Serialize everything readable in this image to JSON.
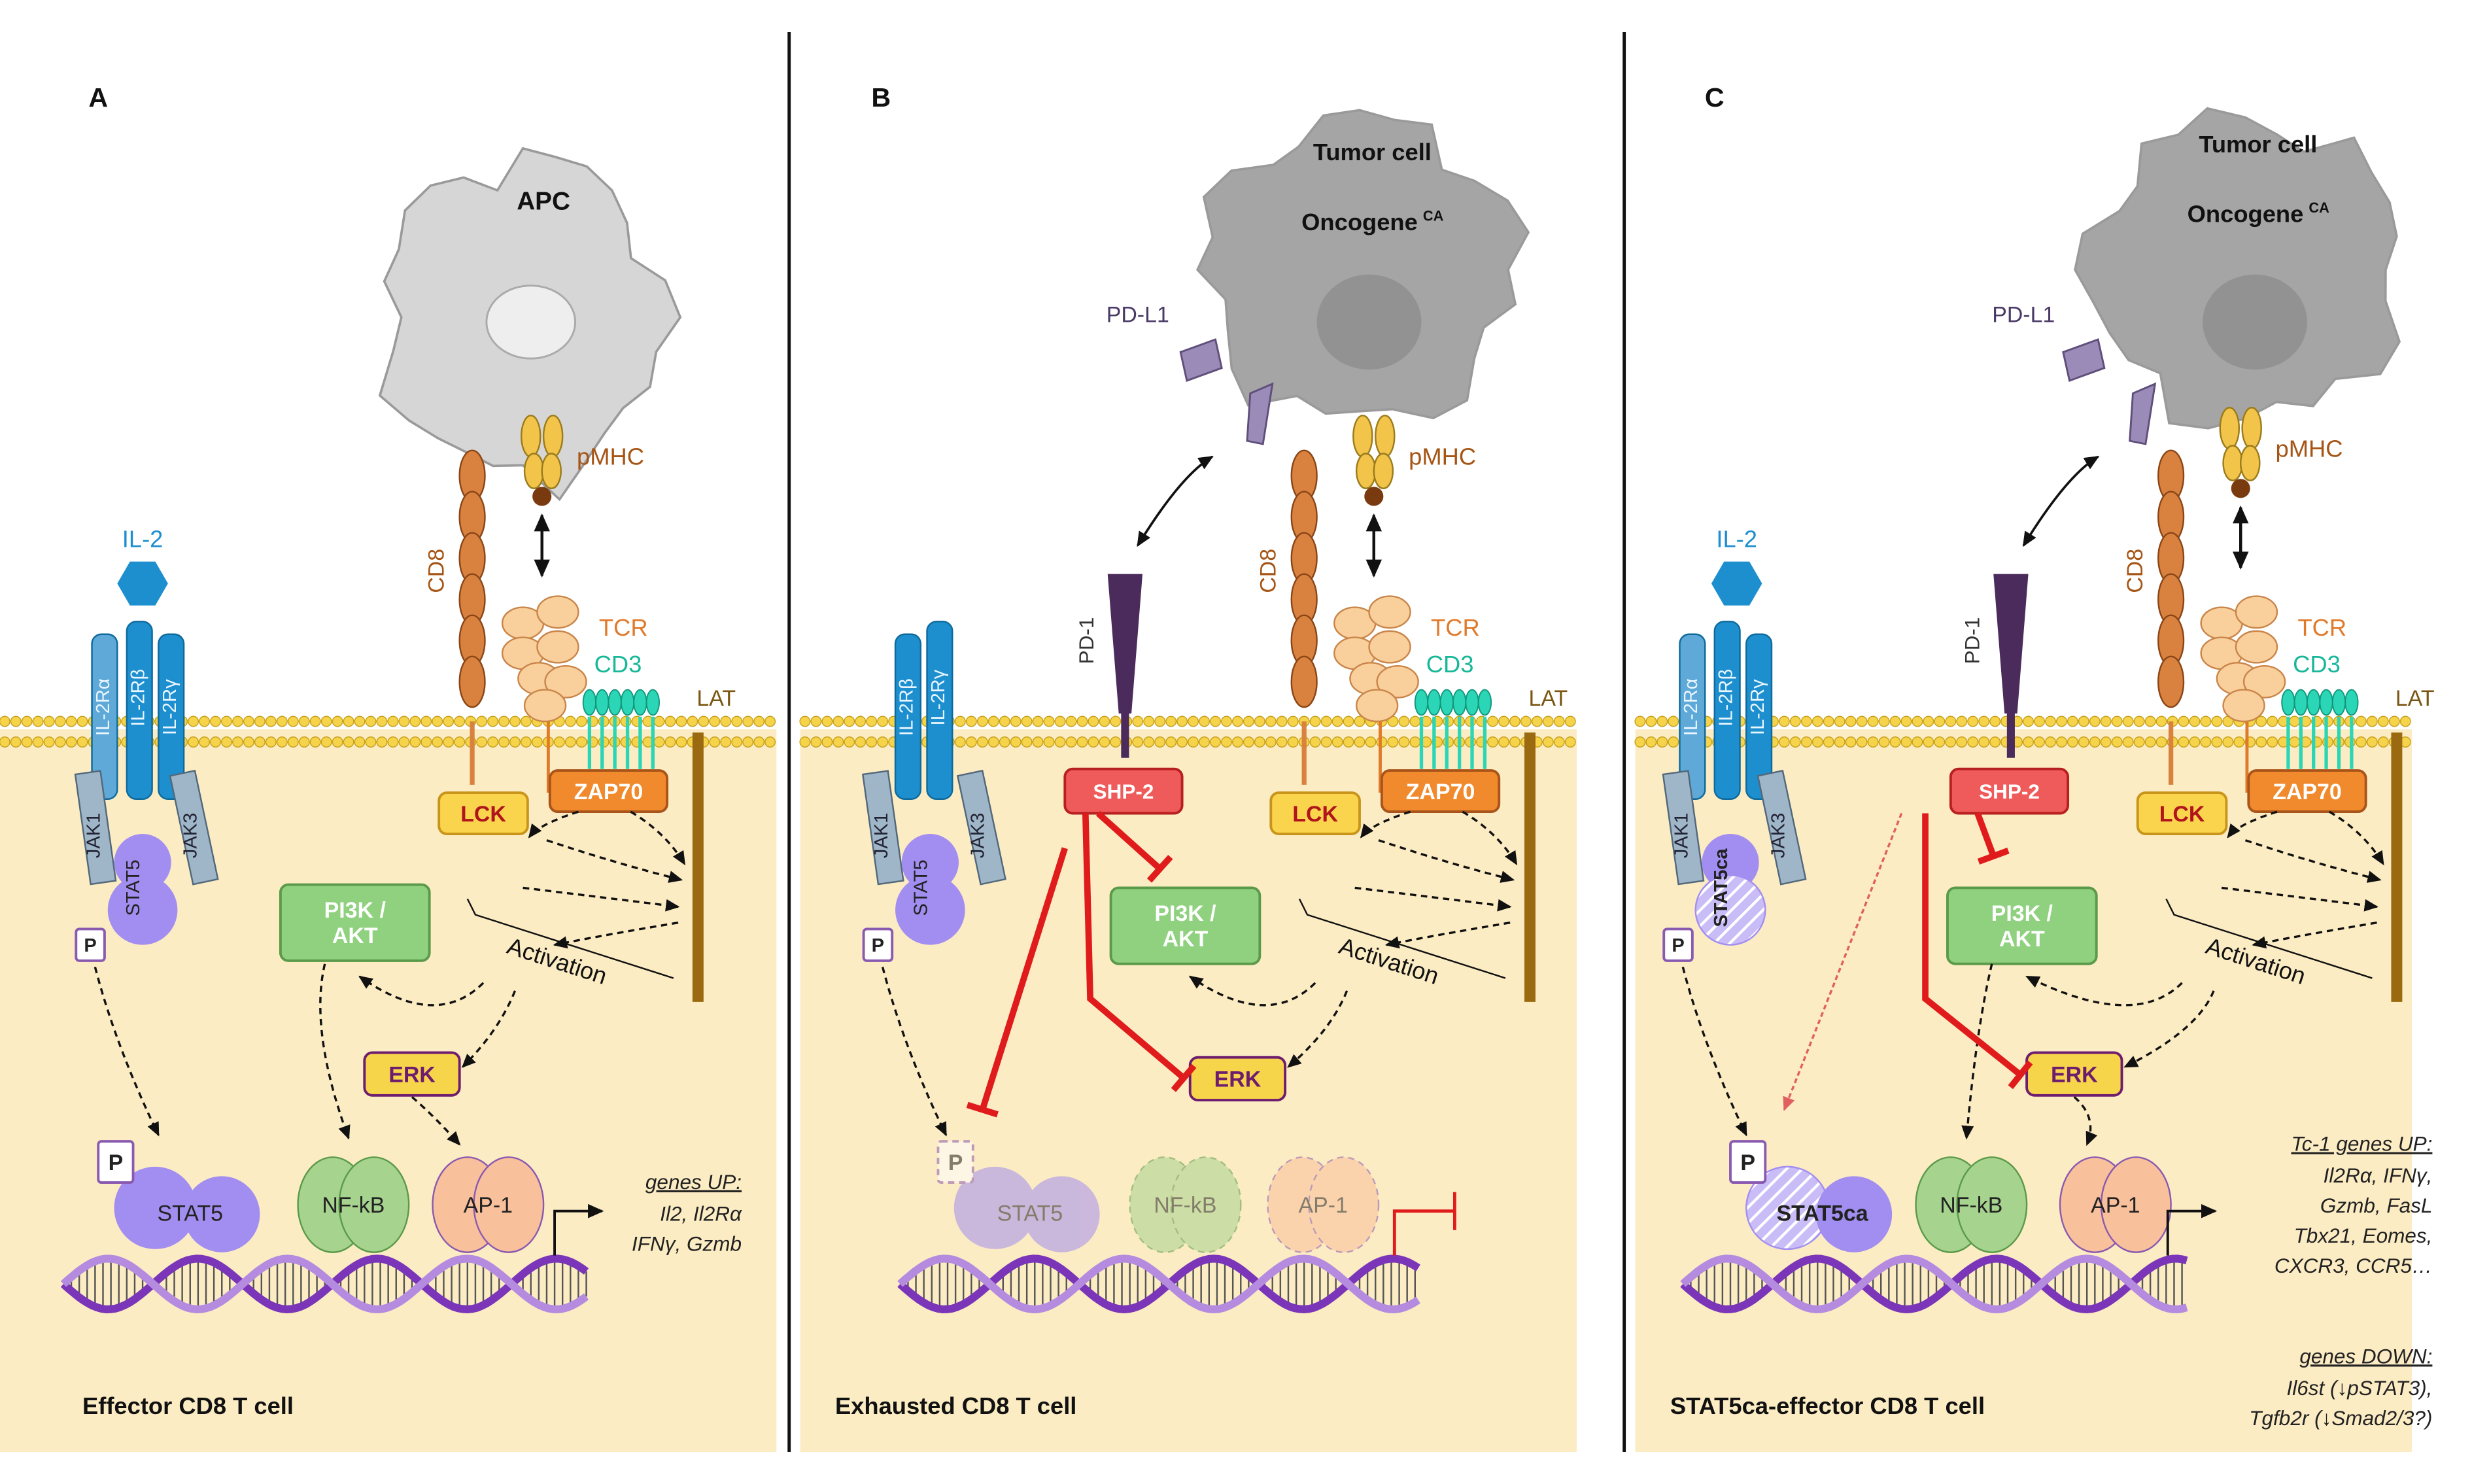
{
  "colors": {
    "cytoplasm": "#fcecc4",
    "membrane": "#f5d34a",
    "apc": "#d6d6d6",
    "tumor": "#a5a5a5",
    "stat": "#a28ef0",
    "nfkb": "#a6d38e",
    "ap1": "#f9c09c",
    "pi3k": "#8fd17e",
    "erk": "#f7d54b",
    "shp2": "#ef5a5a",
    "lck": "#fbd44d",
    "zap70": "#f08a2c",
    "il2": "#1d8fcf",
    "jak": "#9fb6c8",
    "cd8": "#d9823f",
    "tcr": "#f9cf9c",
    "cd3": "#2ad6b6",
    "lat": "#9b6a10",
    "pd1": "#4b2a5c",
    "pdl1": "#9b8bb8",
    "pmhc": "#f2c44a",
    "inhibit": "#e01b1b",
    "dna": "#7b35b8"
  },
  "panels": [
    {
      "letter": "A",
      "cell_label": "Effector CD8 T cell",
      "top_cell": "APC",
      "il2": "IL-2",
      "receptors": [
        "IL-2Rα",
        "IL-2Rβ",
        "IL-2Rγ"
      ],
      "jak1": "JAK1",
      "jak3": "JAK3",
      "stat": "STAT5",
      "stat_nuc": "STAT5",
      "p": "P",
      "pi3k": [
        "PI3K /",
        "AKT"
      ],
      "erk": "ERK",
      "nfkb": "NF-kB",
      "ap1": "AP-1",
      "cd8": "CD8",
      "pmhc": "pMHC",
      "tcr": "TCR",
      "cd3": "CD3",
      "lat": "LAT",
      "lck": "LCK",
      "zap70": "ZAP70",
      "activation": "Activation",
      "genes_up_title": "genes UP",
      "genes_up_lines": [
        "Il2, Il2Rα",
        "IFNγ, Gzmb"
      ]
    },
    {
      "letter": "B",
      "cell_label": "Exhausted CD8 T cell",
      "top_cell": "Tumor cell",
      "oncogene": "Oncogene",
      "oncogene_sup": "CA",
      "pdl1": "PD-L1",
      "pd1": "PD-1",
      "shp2": "SHP-2",
      "receptors": [
        "IL-2Rβ",
        "IL-2Rγ"
      ],
      "jak1": "JAK1",
      "jak3": "JAK3",
      "stat": "STAT5",
      "stat_nuc": "STAT5",
      "p": "P",
      "pi3k": [
        "PI3K /",
        "AKT"
      ],
      "erk": "ERK",
      "nfkb": "NF-kB",
      "ap1": "AP-1",
      "cd8": "CD8",
      "pmhc": "pMHC",
      "tcr": "TCR",
      "cd3": "CD3",
      "lat": "LAT",
      "lck": "LCK",
      "zap70": "ZAP70",
      "activation": "Activation"
    },
    {
      "letter": "C",
      "cell_label": "STAT5ca-effector CD8 T cell",
      "top_cell": "Tumor cell",
      "oncogene": "Oncogene",
      "oncogene_sup": "CA",
      "pdl1": "PD-L1",
      "pd1": "PD-1",
      "shp2": "SHP-2",
      "il2": "IL-2",
      "receptors": [
        "IL-2Rα",
        "IL-2Rβ",
        "IL-2Rγ"
      ],
      "jak1": "JAK1",
      "jak3": "JAK3",
      "stat": "STAT5ca",
      "stat_nuc": "STAT5ca",
      "p": "P",
      "pi3k": [
        "PI3K /",
        "AKT"
      ],
      "erk": "ERK",
      "nfkb": "NF-kB",
      "ap1": "AP-1",
      "cd8": "CD8",
      "pmhc": "pMHC",
      "tcr": "TCR",
      "cd3": "CD3",
      "lat": "LAT",
      "lck": "LCK",
      "zap70": "ZAP70",
      "activation": "Activation",
      "genes_up_title": "Tc-1 genes UP",
      "genes_up_lines": [
        "Il2Rα, IFNγ,",
        "Gzmb, FasL",
        "Tbx21, Eomes,",
        "CXCR3, CCR5…"
      ],
      "genes_down_title": "genes DOWN",
      "genes_down_lines": [
        "Il6st (↓pSTAT3),",
        "Tgfb2r (↓Smad2/3?)"
      ]
    }
  ]
}
